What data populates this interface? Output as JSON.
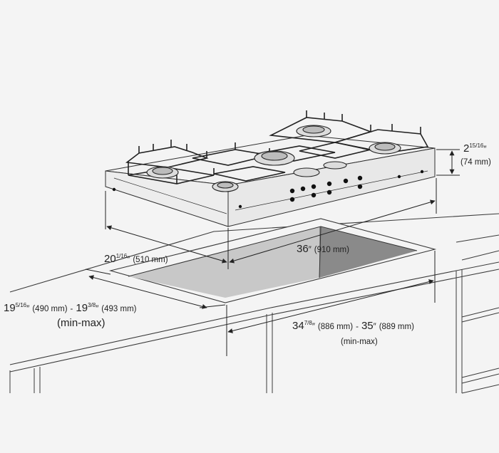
{
  "diagram": {
    "title": "",
    "dimensions": {
      "height": {
        "whole": "2",
        "frac": "15/16",
        "unit": "″",
        "metric": "(74 mm)"
      },
      "depth": {
        "whole": "20",
        "frac": "1/16",
        "unit": "″",
        "metric": "(510 mm)"
      },
      "width": {
        "whole": "36",
        "unit": "″",
        "metric": "(910 mm)"
      },
      "cutout_depth": {
        "min_whole": "19",
        "min_frac": "5/16",
        "min_unit": "″",
        "min_metric": "(490 mm)",
        "sep": "-",
        "max_whole": "19",
        "max_frac": "3/8",
        "max_unit": "″",
        "max_metric": "(493 mm)",
        "note": "(min-max)"
      },
      "cutout_width": {
        "min_whole": "34",
        "min_frac": "7/8",
        "min_unit": "″",
        "min_metric": "(886 mm)",
        "sep": "-",
        "max_whole": "35",
        "max_unit": "″",
        "max_metric": "(889 mm)",
        "note": "(min-max)"
      }
    },
    "colors": {
      "background": "#f4f4f4",
      "line": "#3a3a3a",
      "cutout_fill": "#c8c8c8",
      "cutout_dark": "#8a8a8a"
    }
  }
}
